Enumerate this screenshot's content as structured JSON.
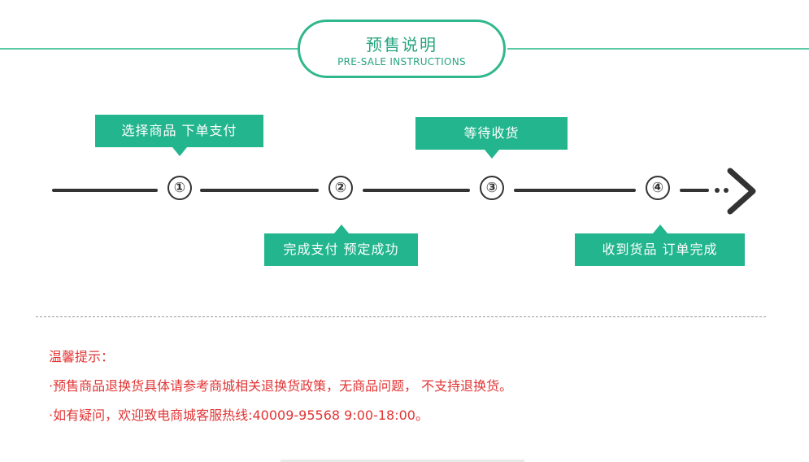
{
  "header": {
    "title": "预售说明",
    "subtitle": "PRE-SALE INSTRUCTIONS"
  },
  "steps": [
    {
      "number": "①",
      "label": "选择商品  下单支付"
    },
    {
      "number": "②",
      "label": "完成支付  预定成功"
    },
    {
      "number": "③",
      "label": "等待收货"
    },
    {
      "number": "④",
      "label": "收到货品  订单完成"
    }
  ],
  "notice": {
    "title": "温馨提示：",
    "lines": [
      "·预售商品退换货具体请参考商城相关退换货政策，无商品问题，  不支持退换货。",
      "·如有疑问，欢迎致电商城客服热线:40009-95568   9:00-18:00。"
    ]
  },
  "colors": {
    "accent": "#22b58e",
    "header_border": "#31b78d",
    "timeline": "#333333",
    "notice_text": "#e23434"
  }
}
